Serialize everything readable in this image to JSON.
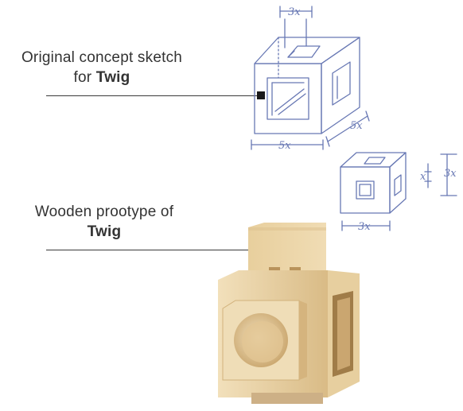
{
  "captions": {
    "sketch": {
      "line1": "Original concept sketch",
      "line2_prefix": "for ",
      "line2_bold": "Twig"
    },
    "prototype": {
      "line1": "Wooden prootype of",
      "line2_bold": "Twig"
    }
  },
  "sketch_labels": {
    "top_width": "3x",
    "front_width": "5x",
    "side_depth": "5x",
    "small_height": "3x",
    "small_inner": "x",
    "small_width": "3x"
  },
  "colors": {
    "caption_text": "#333333",
    "sketch_ink": "#6878b4",
    "wood_light": "#e9d3a6",
    "wood_mid": "#dcbf8a",
    "wood_dark": "#b48f58"
  }
}
